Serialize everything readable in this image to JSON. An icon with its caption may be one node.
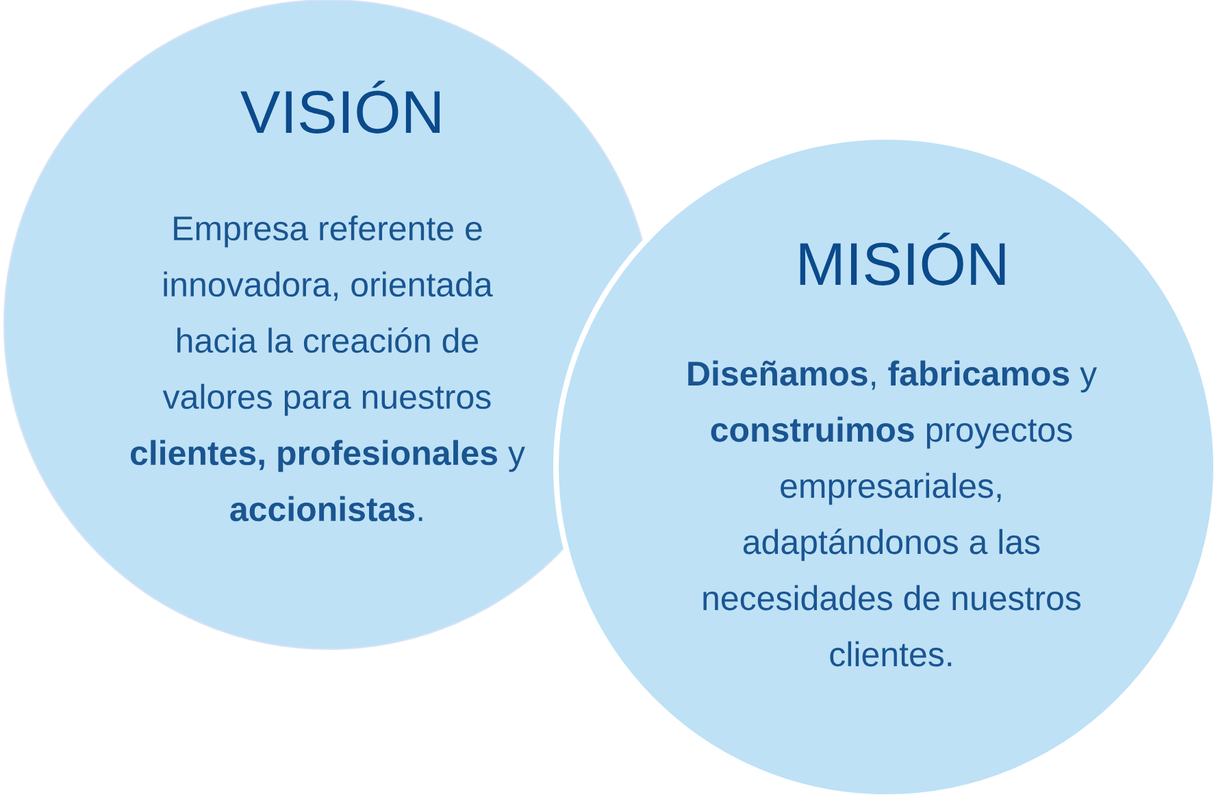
{
  "diagram": {
    "nodes": [
      {
        "text": [
          "VISIÓN",
          "Empresa referente e innovadora, orientada hacia la creación de valores para nuestros **clientes, profesionales** y **accionistas**."
        ]
      },
      {
        "text": [
          "MISIÓN",
          "**Diseñamos**, **fabricamos** y **construimos** proyectos empresariales, adaptándonos a las necesidades de nuestros clientes."
        ]
      }
    ]
  }
}
